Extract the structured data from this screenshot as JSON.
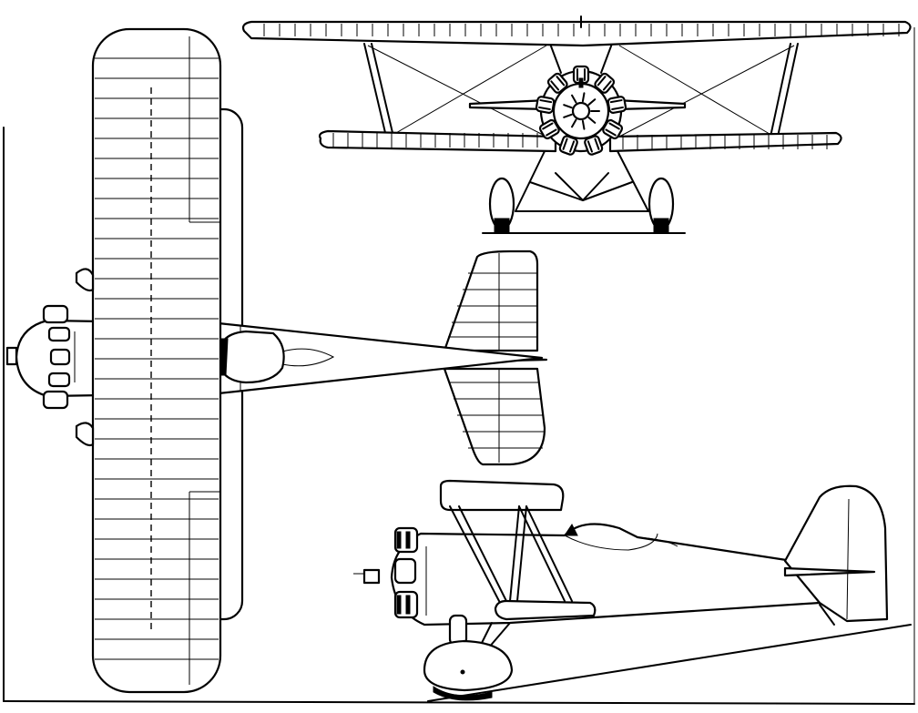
{
  "drawing": {
    "views": [
      {
        "key": "plan",
        "label": ""
      },
      {
        "key": "front",
        "label": ""
      },
      {
        "key": "side",
        "label": ""
      }
    ],
    "colors": {
      "line": "#000000",
      "paper": "#ffffff"
    },
    "icons": [
      "propeller-spinner-icon",
      "cylinder-icon",
      "wheel-icon",
      "cockpit-icon"
    ]
  }
}
